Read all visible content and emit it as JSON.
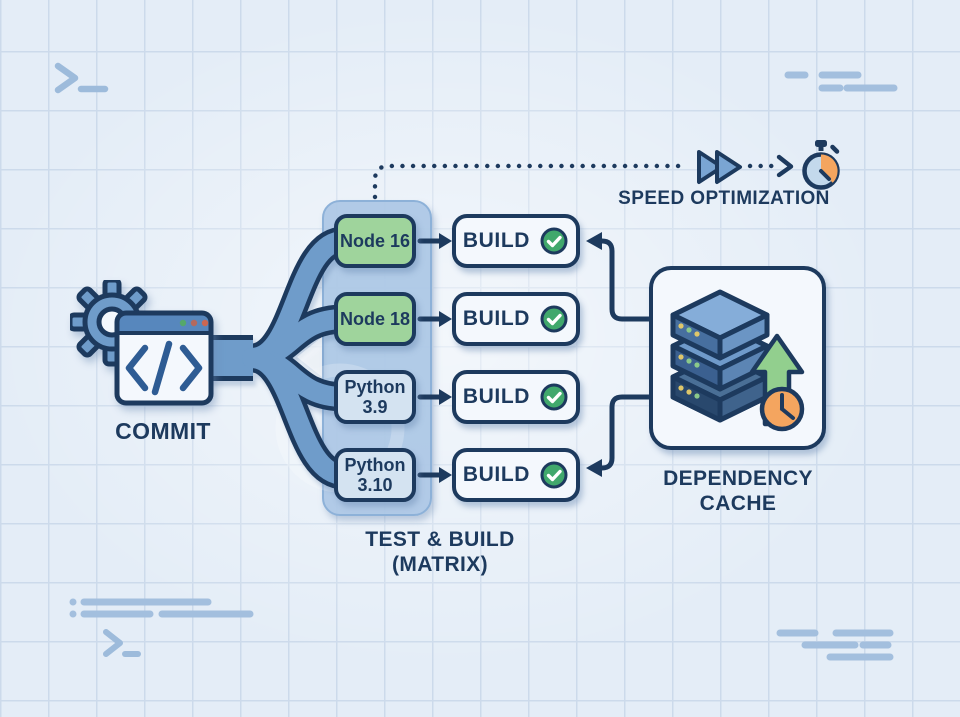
{
  "title": "CI pipeline matrix build diagram",
  "commit": {
    "label": "COMMIT",
    "icon": "gear-browser-code"
  },
  "matrix": {
    "caption_line1": "TEST & BUILD",
    "caption_line2": "(MATRIX)",
    "nodes": [
      {
        "line1": "Node 16",
        "line2": "",
        "color": "green"
      },
      {
        "line1": "Node 18",
        "line2": "",
        "color": "green"
      },
      {
        "line1": "Python",
        "line2": "3.9",
        "color": "blue"
      },
      {
        "line1": "Python",
        "line2": "3.10",
        "color": "blue"
      }
    ]
  },
  "builds": [
    {
      "label": "BUILD",
      "status": "success",
      "icon": "check-icon"
    },
    {
      "label": "BUILD",
      "status": "success",
      "icon": "check-icon"
    },
    {
      "label": "BUILD",
      "status": "success",
      "icon": "check-icon"
    },
    {
      "label": "BUILD",
      "status": "success",
      "icon": "check-icon"
    }
  ],
  "cache": {
    "caption_line1": "DEPENDENCY",
    "caption_line2": "CACHE",
    "icons": [
      "server-stack-icon",
      "upload-arrow-icon",
      "clock-icon"
    ]
  },
  "speed": {
    "label": "SPEED OPTIMIZATION",
    "icons": [
      "fast-forward-icon",
      "stopwatch-icon"
    ]
  },
  "decorations": [
    "terminal-prompt-icon",
    "code-lines-icon"
  ],
  "colors": {
    "background": "#e4edf7",
    "grid_line": "#ccdaeb",
    "outline_navy": "#1d3a5e",
    "connector_blue": "#6f9cca",
    "titlebar_blue": "#5787bd",
    "matrix_container": "#abc7e5",
    "node_green": "#9fd49c",
    "node_blue": "#d4e3f1",
    "box_fill": "#f4f8fd",
    "check_green": "#41a86c",
    "upload_green": "#92cf8e",
    "accent_orange": "#f4a55f",
    "decoration_blue": "#a3bfde",
    "window_dots": [
      "#55a86a",
      "#b4695e",
      "#cc6752"
    ]
  }
}
